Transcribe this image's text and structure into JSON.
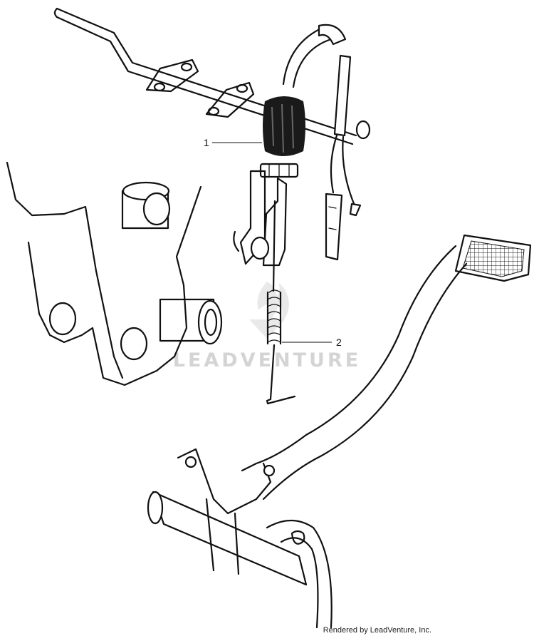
{
  "callouts": [
    {
      "number": "1"
    },
    {
      "number": "2"
    }
  ],
  "watermark": {
    "text": "LEADVENTURE"
  },
  "footer": {
    "text": "Rendered by LeadVenture, Inc."
  }
}
